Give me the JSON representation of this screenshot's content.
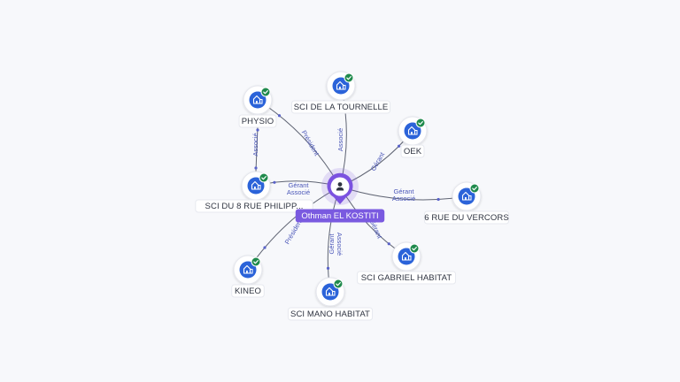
{
  "center": {
    "label": "Othman EL KOSTITI",
    "icon": "person-icon"
  },
  "companies": [
    {
      "label": "SCI DE LA TOURNELLE",
      "relations": [
        "Associé"
      ],
      "icon": "building-icon",
      "status_icon": "check-icon"
    },
    {
      "label": "OEK",
      "relations": [
        "Gérant"
      ],
      "icon": "building-icon",
      "status_icon": "check-icon"
    },
    {
      "label": "6 RUE DU VERCORS",
      "relations": [
        "Gérant",
        "Associé"
      ],
      "icon": "building-icon",
      "status_icon": "check-icon"
    },
    {
      "label": "SCI GABRIEL HABITAT",
      "relations": [
        "Gérant"
      ],
      "icon": "building-icon",
      "status_icon": "check-icon"
    },
    {
      "label": "SCI MANO HABITAT",
      "relations": [
        "Gérant",
        "Associé"
      ],
      "icon": "building-icon",
      "status_icon": "check-icon"
    },
    {
      "label": "KINEO",
      "relations": [
        "Président"
      ],
      "icon": "building-icon",
      "status_icon": "check-icon"
    },
    {
      "label": "SCI DU 8 RUE PHILIPP...",
      "relations": [
        "Gérant",
        "Associé"
      ],
      "icon": "building-icon",
      "status_icon": "check-icon"
    },
    {
      "label": "PHYSIO",
      "relations": [
        "Président"
      ],
      "icon": "building-icon",
      "status_icon": "check-icon"
    }
  ],
  "company_links": [
    {
      "from": "PHYSIO",
      "to": "SCI DU 8 RUE PHILIPP...",
      "relations": [
        "Associé"
      ]
    }
  ],
  "colors": {
    "company_node": "#2b63d9",
    "check_badge": "#1f8a4c",
    "center_node": "#7b52e0",
    "relation_text": "#4a56b8"
  }
}
